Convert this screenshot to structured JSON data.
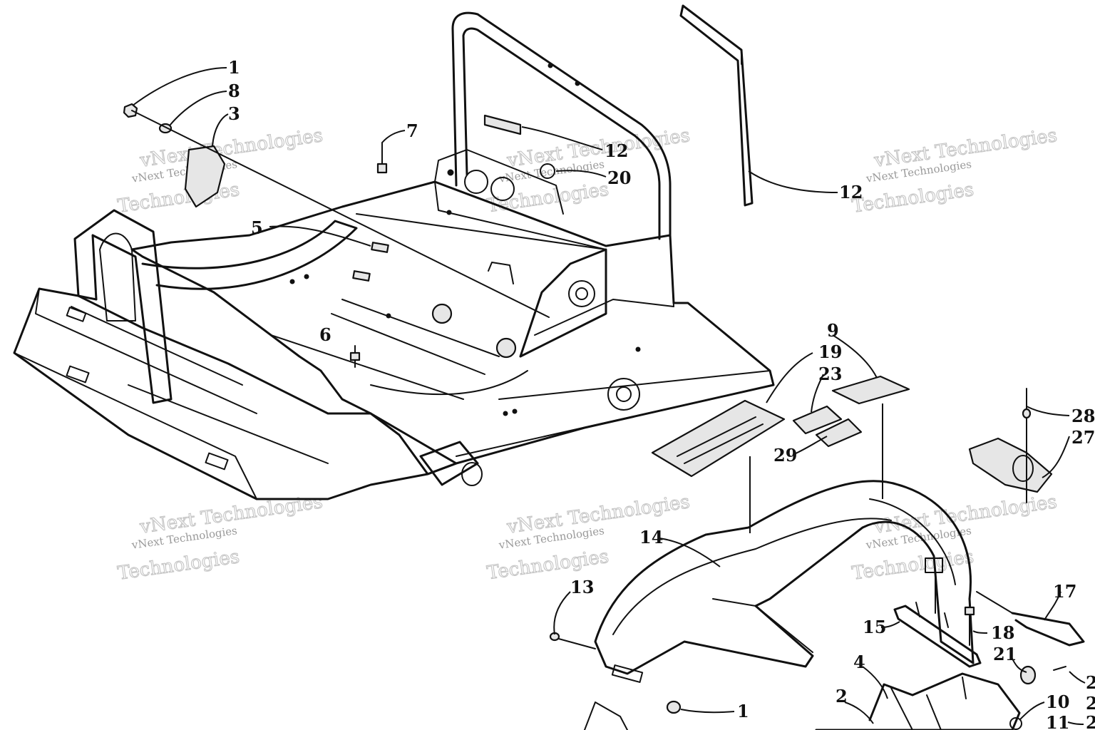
{
  "diagram": {
    "watermark_line1": "vNext Technologies",
    "watermark_line2": "Technologies",
    "callouts": [
      {
        "id": "c1a",
        "label": "1"
      },
      {
        "id": "c8",
        "label": "8"
      },
      {
        "id": "c3",
        "label": "3"
      },
      {
        "id": "c7",
        "label": "7"
      },
      {
        "id": "c12a",
        "label": "12"
      },
      {
        "id": "c20",
        "label": "20"
      },
      {
        "id": "c12b",
        "label": "12"
      },
      {
        "id": "c5",
        "label": "5"
      },
      {
        "id": "c6",
        "label": "6"
      },
      {
        "id": "c9",
        "label": "9"
      },
      {
        "id": "c19",
        "label": "19"
      },
      {
        "id": "c23",
        "label": "23"
      },
      {
        "id": "c29",
        "label": "29"
      },
      {
        "id": "c28",
        "label": "28"
      },
      {
        "id": "c27",
        "label": "27"
      },
      {
        "id": "c14",
        "label": "14"
      },
      {
        "id": "c13",
        "label": "13"
      },
      {
        "id": "c17",
        "label": "17"
      },
      {
        "id": "c15",
        "label": "15"
      },
      {
        "id": "c18",
        "label": "18"
      },
      {
        "id": "c21",
        "label": "21"
      },
      {
        "id": "c4",
        "label": "4"
      },
      {
        "id": "c2",
        "label": "2"
      },
      {
        "id": "c1b",
        "label": "1"
      },
      {
        "id": "c10",
        "label": "10"
      },
      {
        "id": "c11",
        "label": "11"
      },
      {
        "id": "c22a",
        "label": "2"
      },
      {
        "id": "c22b",
        "label": "2"
      },
      {
        "id": "c22c",
        "label": "2"
      }
    ]
  }
}
